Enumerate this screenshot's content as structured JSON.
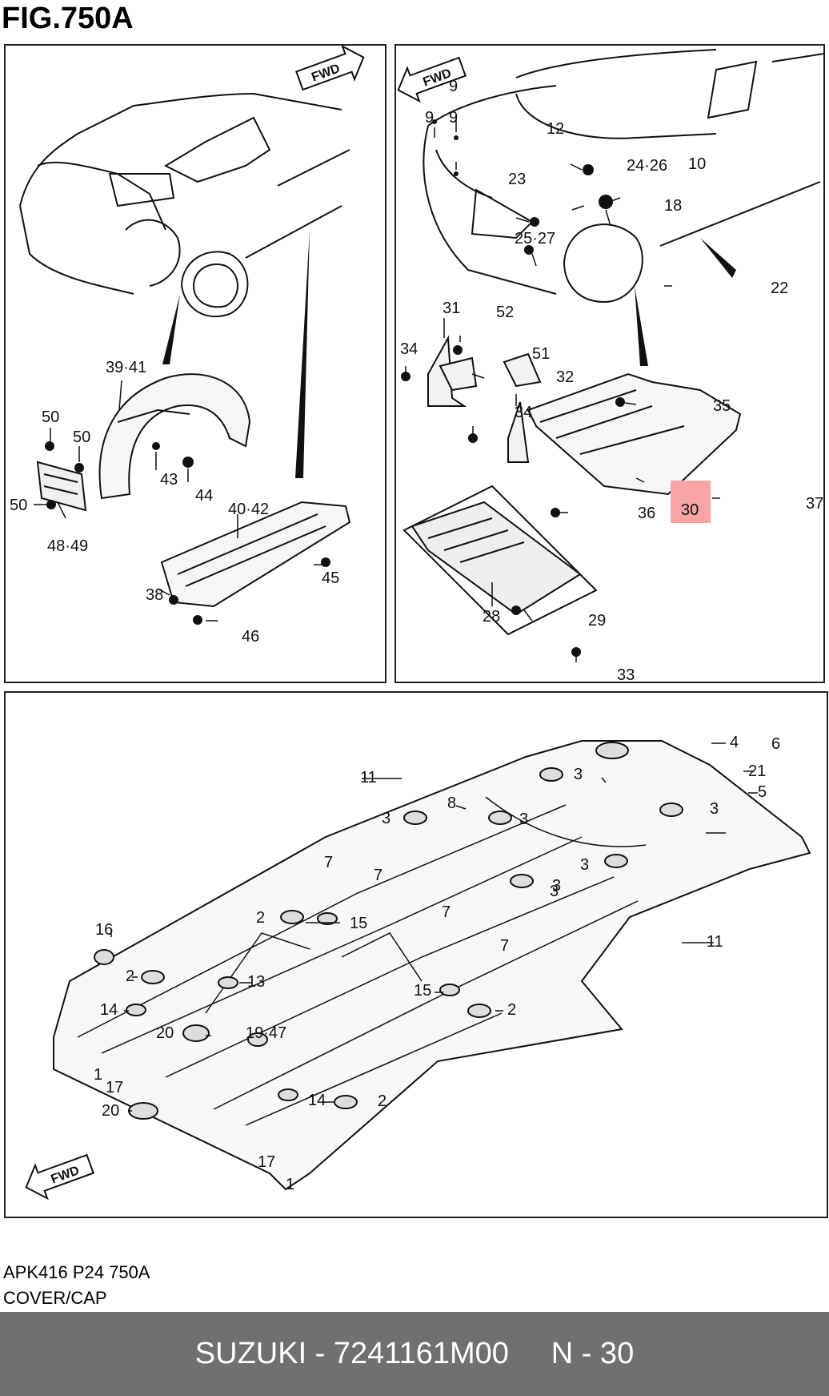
{
  "figure": {
    "title": "FIG.750A",
    "fwd_label": "FWD"
  },
  "panel_left_labels": [
    "39·41",
    "50",
    "50",
    "43",
    "44",
    "50",
    "48·49",
    "40·42",
    "45",
    "38",
    "46"
  ],
  "panel_right_labels": [
    "9",
    "9",
    "9",
    "12",
    "23",
    "24·26",
    "10",
    "18",
    "25·27",
    "22",
    "31",
    "52",
    "34",
    "51",
    "32",
    "35",
    "34",
    "36",
    "30",
    "37",
    "28",
    "29",
    "33"
  ],
  "panel_bottom_labels": [
    "4",
    "6",
    "11",
    "21",
    "3",
    "5",
    "8",
    "3",
    "3",
    "3",
    "3",
    "3",
    "7",
    "7",
    "3",
    "7",
    "2",
    "15",
    "11",
    "16",
    "7",
    "2",
    "13",
    "15",
    "14",
    "2",
    "20",
    "19·47",
    "1",
    "17",
    "14",
    "2",
    "20",
    "17",
    "1"
  ],
  "highlighted_part": "30",
  "highlight_color": "#f7a4a4",
  "footer": {
    "code": "APK416 P24 750A",
    "name": "COVER/CAP",
    "bar_text": "SUZUKI - 7241161M00     N - 30",
    "bar_color": "#707070"
  }
}
